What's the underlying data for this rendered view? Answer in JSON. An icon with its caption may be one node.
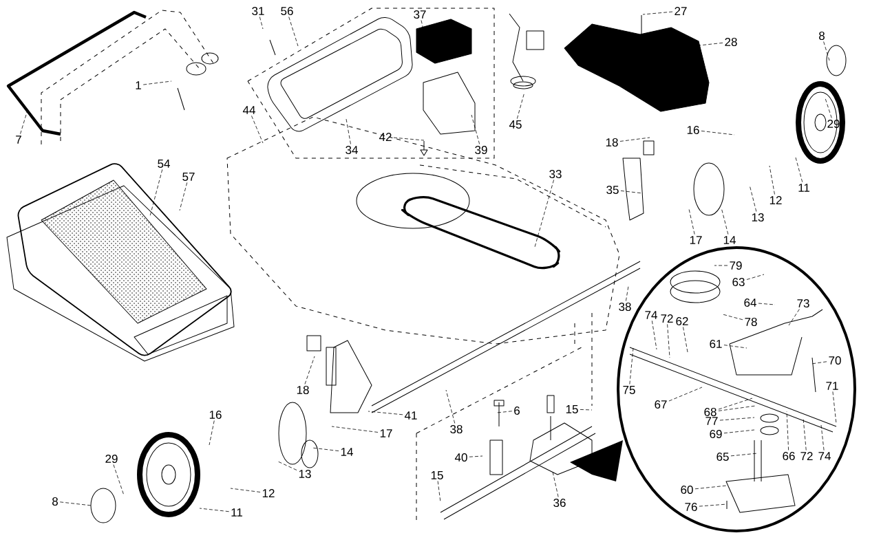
{
  "diagram": {
    "nodes": [
      {
        "text": [
          "27"
        ]
      },
      {
        "text": [
          "31"
        ]
      },
      {
        "text": [
          "56"
        ]
      },
      {
        "text": [
          "37"
        ]
      },
      {
        "text": [
          "8"
        ]
      },
      {
        "text": [
          "28"
        ]
      },
      {
        "text": [
          "1"
        ]
      },
      {
        "text": [
          "44"
        ]
      },
      {
        "text": [
          "29"
        ]
      },
      {
        "text": [
          "45"
        ]
      },
      {
        "text": [
          "16"
        ]
      },
      {
        "text": [
          "42"
        ]
      },
      {
        "text": [
          "7"
        ]
      },
      {
        "text": [
          "18"
        ]
      },
      {
        "text": [
          "34"
        ]
      },
      {
        "text": [
          "39"
        ]
      },
      {
        "text": [
          "54"
        ]
      },
      {
        "text": [
          "33"
        ]
      },
      {
        "text": [
          "57"
        ]
      },
      {
        "text": [
          "11"
        ]
      },
      {
        "text": [
          "35"
        ]
      },
      {
        "text": [
          "12"
        ]
      },
      {
        "text": [
          "13"
        ]
      },
      {
        "text": [
          "17"
        ]
      },
      {
        "text": [
          "14"
        ]
      },
      {
        "text": [
          "79"
        ]
      },
      {
        "text": [
          "63"
        ]
      },
      {
        "text": [
          "64"
        ]
      },
      {
        "text": [
          "73"
        ]
      },
      {
        "text": [
          "38"
        ]
      },
      {
        "text": [
          "78"
        ]
      },
      {
        "text": [
          "74"
        ]
      },
      {
        "text": [
          "72"
        ]
      },
      {
        "text": [
          "62"
        ]
      },
      {
        "text": [
          "61"
        ]
      },
      {
        "text": [
          "70"
        ]
      },
      {
        "text": [
          "71"
        ]
      },
      {
        "text": [
          "18"
        ]
      },
      {
        "text": [
          "75"
        ]
      },
      {
        "text": [
          "67"
        ]
      },
      {
        "text": [
          "68"
        ]
      },
      {
        "text": [
          "15"
        ]
      },
      {
        "text": [
          "6"
        ]
      },
      {
        "text": [
          "41"
        ]
      },
      {
        "text": [
          "16"
        ]
      },
      {
        "text": [
          "77"
        ]
      },
      {
        "text": [
          "38"
        ]
      },
      {
        "text": [
          "17"
        ]
      },
      {
        "text": [
          "69"
        ]
      },
      {
        "text": [
          "14"
        ]
      },
      {
        "text": [
          "66"
        ]
      },
      {
        "text": [
          "72"
        ]
      },
      {
        "text": [
          "74"
        ]
      },
      {
        "text": [
          "65"
        ]
      },
      {
        "text": [
          "40"
        ]
      },
      {
        "text": [
          "29"
        ]
      },
      {
        "text": [
          "13"
        ]
      },
      {
        "text": [
          "15"
        ]
      },
      {
        "text": [
          "12"
        ]
      },
      {
        "text": [
          "60"
        ]
      },
      {
        "text": [
          "8"
        ]
      },
      {
        "text": [
          "36"
        ]
      },
      {
        "text": [
          "76"
        ]
      },
      {
        "text": [
          "11"
        ]
      }
    ],
    "edges": [
      {
        "from": 0,
        "to": null,
        "arrow": "none",
        "style": "dashed"
      },
      {
        "from": 1,
        "to": null,
        "arrow": "none",
        "style": "dashed"
      },
      {
        "from": 2,
        "to": null,
        "arrow": "none",
        "style": "dashed"
      },
      {
        "from": 3,
        "to": null,
        "arrow": "none",
        "style": "dashed"
      },
      {
        "from": 4,
        "to": null,
        "arrow": "none",
        "style": "dashed"
      },
      {
        "from": 5,
        "to": null,
        "arrow": "none",
        "style": "dashed"
      },
      {
        "from": 6,
        "to": null,
        "arrow": "none",
        "style": "dashed"
      },
      {
        "from": 7,
        "to": null,
        "arrow": "none",
        "style": "dashed"
      },
      {
        "from": 8,
        "to": null,
        "arrow": "none",
        "style": "dashed"
      },
      {
        "from": 9,
        "to": null,
        "arrow": "none",
        "style": "dashed"
      },
      {
        "from": 10,
        "to": null,
        "arrow": "none",
        "style": "dashed"
      },
      {
        "from": 11,
        "to": null,
        "arrow": "none",
        "style": "dashed"
      },
      {
        "from": 12,
        "to": null,
        "arrow": "none",
        "style": "dashed"
      },
      {
        "from": 13,
        "to": null,
        "arrow": "none",
        "style": "dashed"
      },
      {
        "from": 14,
        "to": null,
        "arrow": "none",
        "style": "dashed"
      },
      {
        "from": 15,
        "to": null,
        "arrow": "none",
        "style": "dashed"
      },
      {
        "from": 16,
        "to": null,
        "arrow": "none",
        "style": "dashed"
      },
      {
        "from": 17,
        "to": null,
        "arrow": "none",
        "style": "dashed"
      },
      {
        "from": 18,
        "to": null,
        "arrow": "none",
        "style": "dashed"
      },
      {
        "from": 19,
        "to": null,
        "arrow": "none",
        "style": "dashed"
      },
      {
        "from": 20,
        "to": null,
        "arrow": "none",
        "style": "dashed"
      },
      {
        "from": 21,
        "to": null,
        "arrow": "none",
        "style": "dashed"
      },
      {
        "from": 22,
        "to": null,
        "arrow": "none",
        "style": "dashed"
      },
      {
        "from": 23,
        "to": null,
        "arrow": "none",
        "style": "dashed"
      },
      {
        "from": 24,
        "to": null,
        "arrow": "none",
        "style": "dashed"
      },
      {
        "from": 25,
        "to": null,
        "arrow": "none",
        "style": "dashed"
      },
      {
        "from": 26,
        "to": null,
        "arrow": "none",
        "style": "dashed"
      },
      {
        "from": 27,
        "to": null,
        "arrow": "none",
        "style": "dashed"
      },
      {
        "from": 28,
        "to": null,
        "arrow": "none",
        "style": "dashed"
      },
      {
        "from": 29,
        "to": null,
        "arrow": "none",
        "style": "dashed"
      },
      {
        "from": 30,
        "to": null,
        "arrow": "none",
        "style": "dashed"
      },
      {
        "from": 31,
        "to": null,
        "arrow": "none",
        "style": "dashed"
      },
      {
        "from": 32,
        "to": null,
        "arrow": "none",
        "style": "dashed"
      },
      {
        "from": 33,
        "to": null,
        "arrow": "none",
        "style": "dashed"
      },
      {
        "from": 34,
        "to": null,
        "arrow": "none",
        "style": "dashed"
      },
      {
        "from": 35,
        "to": null,
        "arrow": "none",
        "style": "dashed"
      },
      {
        "from": 36,
        "to": null,
        "arrow": "none",
        "style": "dashed"
      },
      {
        "from": 37,
        "to": null,
        "arrow": "none",
        "style": "dashed"
      },
      {
        "from": 38,
        "to": null,
        "arrow": "none",
        "style": "dashed"
      },
      {
        "from": 39,
        "to": null,
        "arrow": "none",
        "style": "dashed"
      },
      {
        "from": 40,
        "to": null,
        "arrow": "none",
        "style": "dashed"
      },
      {
        "from": 40,
        "to": null,
        "arrow": "none",
        "style": "dashed"
      },
      {
        "from": 41,
        "to": null,
        "arrow": "none",
        "style": "dashed"
      },
      {
        "from": 42,
        "to": null,
        "arrow": "none",
        "style": "dashed"
      },
      {
        "from": 43,
        "to": null,
        "arrow": "none",
        "style": "dashed"
      },
      {
        "from": 44,
        "to": null,
        "arrow": "none",
        "style": "dashed"
      },
      {
        "from": 45,
        "to": null,
        "arrow": "none",
        "style": "dashed"
      },
      {
        "from": 46,
        "to": null,
        "arrow": "none",
        "style": "dashed"
      },
      {
        "from": 47,
        "to": null,
        "arrow": "none",
        "style": "dashed"
      },
      {
        "from": 48,
        "to": null,
        "arrow": "none",
        "style": "dashed"
      },
      {
        "from": 49,
        "to": null,
        "arrow": "none",
        "style": "dashed"
      },
      {
        "from": 50,
        "to": null,
        "arrow": "none",
        "style": "dashed"
      },
      {
        "from": 51,
        "to": null,
        "arrow": "none",
        "style": "dashed"
      },
      {
        "from": 52,
        "to": null,
        "arrow": "none",
        "style": "dashed"
      },
      {
        "from": 53,
        "to": null,
        "arrow": "none",
        "style": "dashed"
      },
      {
        "from": 54,
        "to": null,
        "arrow": "none",
        "style": "dashed"
      },
      {
        "from": 55,
        "to": null,
        "arrow": "none",
        "style": "dashed"
      },
      {
        "from": 56,
        "to": null,
        "arrow": "none",
        "style": "dashed"
      },
      {
        "from": 57,
        "to": null,
        "arrow": "none",
        "style": "dashed"
      },
      {
        "from": 58,
        "to": null,
        "arrow": "none",
        "style": "dashed"
      },
      {
        "from": 59,
        "to": null,
        "arrow": "none",
        "style": "dashed"
      },
      {
        "from": 60,
        "to": null,
        "arrow": "none",
        "style": "dashed"
      },
      {
        "from": 61,
        "to": null,
        "arrow": "none",
        "style": "dashed"
      },
      {
        "from": 62,
        "to": null,
        "arrow": "none",
        "style": "dashed"
      },
      {
        "from": 63,
        "to": null,
        "arrow": "none",
        "style": "dashed"
      }
    ]
  }
}
